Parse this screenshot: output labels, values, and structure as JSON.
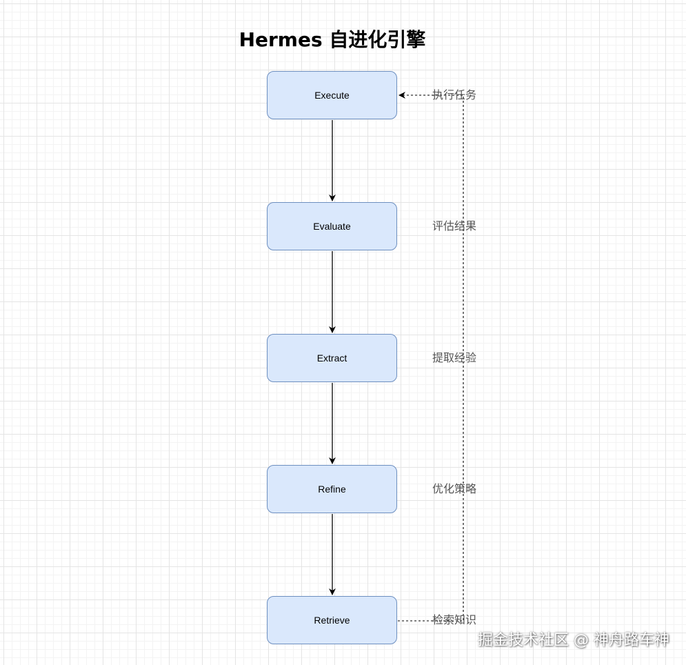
{
  "diagram": {
    "title": "Hermes 自进化引擎",
    "nodes": [
      {
        "id": "execute",
        "label": "Execute",
        "annotation": "执行任务"
      },
      {
        "id": "evaluate",
        "label": "Evaluate",
        "annotation": "评估结果"
      },
      {
        "id": "extract",
        "label": "Extract",
        "annotation": "提取经验"
      },
      {
        "id": "refine",
        "label": "Refine",
        "annotation": "优化策略"
      },
      {
        "id": "retrieve",
        "label": "Retrieve",
        "annotation": "检索知识"
      }
    ],
    "edges": [
      {
        "from": "execute",
        "to": "evaluate",
        "style": "solid"
      },
      {
        "from": "evaluate",
        "to": "extract",
        "style": "solid"
      },
      {
        "from": "extract",
        "to": "refine",
        "style": "solid"
      },
      {
        "from": "refine",
        "to": "retrieve",
        "style": "solid"
      },
      {
        "from": "retrieve",
        "to": "execute",
        "style": "dashed"
      }
    ],
    "colors": {
      "node_fill": "#dae8fc",
      "node_border": "#6c8ebf",
      "edge": "#000000",
      "annotation_text": "#555555"
    }
  },
  "watermark": "掘金技术社区 @ 神舟路车神"
}
